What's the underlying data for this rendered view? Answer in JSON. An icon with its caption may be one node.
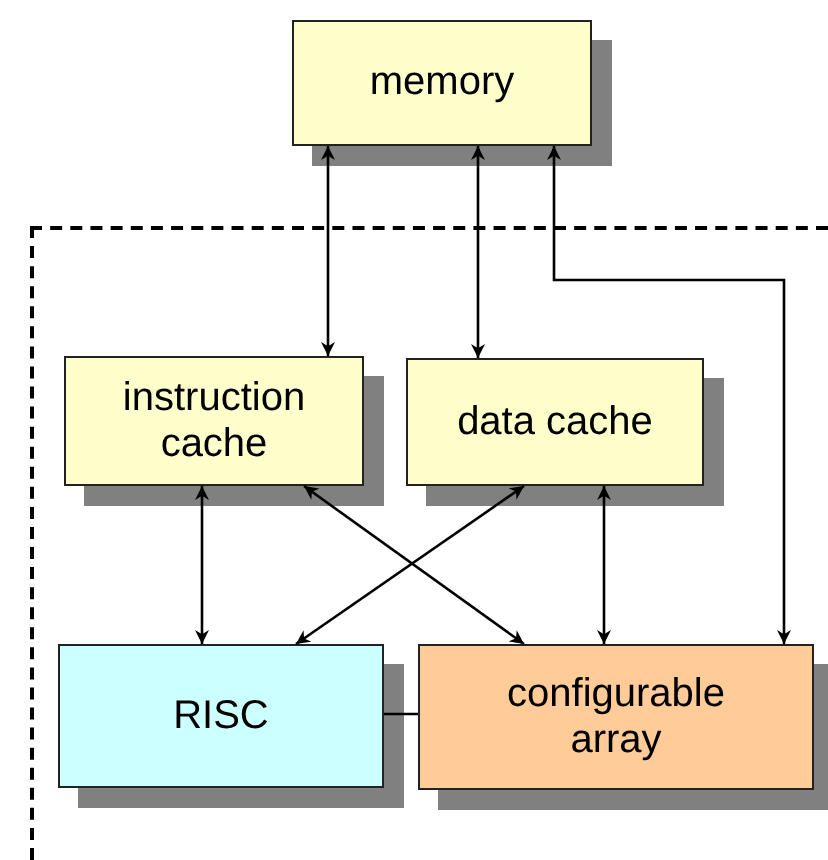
{
  "diagram": {
    "nodes": [
      {
        "text": [
          "memory"
        ]
      },
      {
        "text": [],
        "shape": "box"
      },
      {
        "text": [
          "instruction cache"
        ],
        "in": 1
      },
      {
        "text": [
          "data cache"
        ],
        "in": 1
      },
      {
        "text": [
          "RISC"
        ],
        "in": 1
      },
      {
        "text": [
          "configurable array"
        ],
        "in": 1
      }
    ],
    "edges": [
      {
        "from": 0,
        "to": 2,
        "arrow": "both"
      },
      {
        "from": 0,
        "to": 3,
        "arrow": "both"
      },
      {
        "from": 0,
        "to": 5,
        "arrow": "both"
      },
      {
        "from": 2,
        "to": 4,
        "arrow": "both"
      },
      {
        "from": 2,
        "to": 5,
        "arrow": "both"
      },
      {
        "from": 3,
        "to": 4,
        "arrow": "both"
      },
      {
        "from": 3,
        "to": 5,
        "arrow": "both"
      },
      {
        "from": 4,
        "to": 5,
        "arrow": "none"
      }
    ]
  }
}
